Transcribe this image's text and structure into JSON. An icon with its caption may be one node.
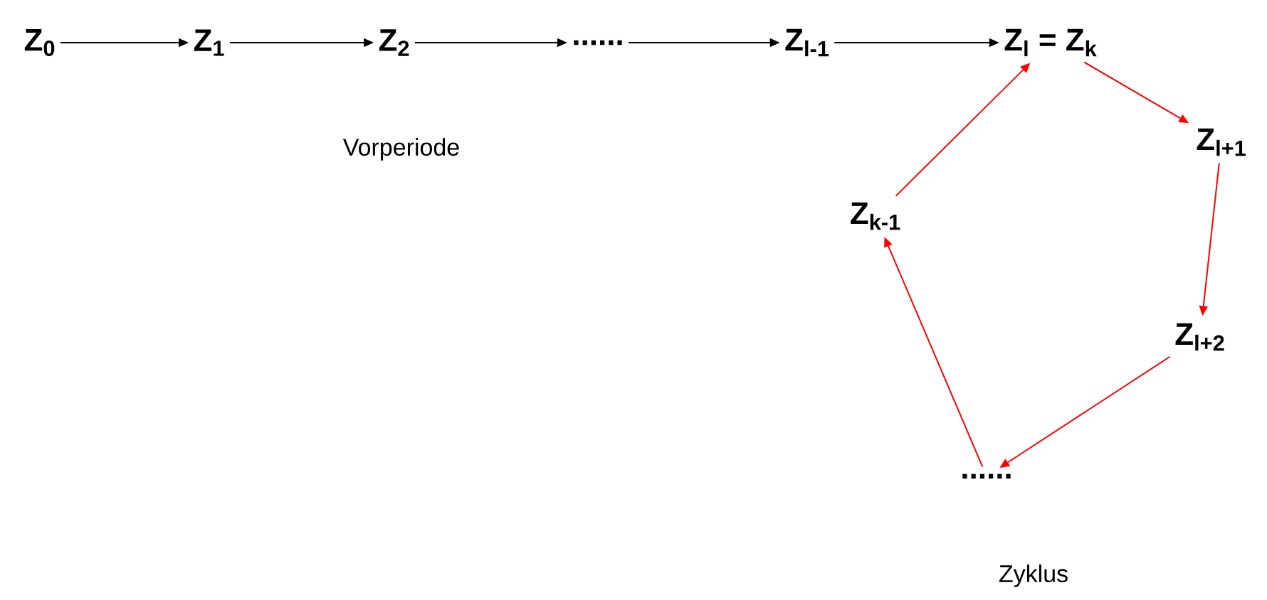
{
  "diagram": {
    "nodes": [
      {
        "text": [
          "Z$_{0}$"
        ]
      },
      {
        "text": [
          "Z$_{1}$"
        ]
      },
      {
        "text": [
          "Z$_{2}$"
        ]
      },
      {
        "text": [
          "......"
        ]
      },
      {
        "text": [
          "Z$_{l-1}$"
        ]
      },
      {
        "text": [
          "Z$_{l}$ = Z$_{k}$"
        ]
      },
      {
        "text": [
          "Z$_{l+1}$"
        ]
      },
      {
        "text": [
          "Z$_{l+2}$"
        ]
      },
      {
        "text": [
          "......"
        ]
      },
      {
        "text": [
          "Z$_{k-1}$"
        ]
      }
    ],
    "edges": [
      {
        "from": 0,
        "to": 1,
        "arrow": "to"
      },
      {
        "from": 1,
        "to": 2,
        "arrow": "to"
      },
      {
        "from": 2,
        "to": 3,
        "arrow": "to"
      },
      {
        "from": 3,
        "to": 4,
        "arrow": "to"
      },
      {
        "from": 4,
        "to": 5,
        "arrow": "to"
      },
      {
        "from": 5,
        "to": 6,
        "arrow": "to",
        "color": "#ff0000"
      },
      {
        "from": 6,
        "to": 7,
        "arrow": "to",
        "color": "#ff0000"
      },
      {
        "from": 7,
        "to": 8,
        "arrow": "to",
        "color": "#ff0000"
      },
      {
        "from": 8,
        "to": 9,
        "arrow": "to",
        "color": "#ff0000"
      },
      {
        "from": 9,
        "to": 5,
        "arrow": "to",
        "color": "#ff0000"
      }
    ],
    "labels": [
      "Vorperiode",
      "Zyklus"
    ]
  }
}
